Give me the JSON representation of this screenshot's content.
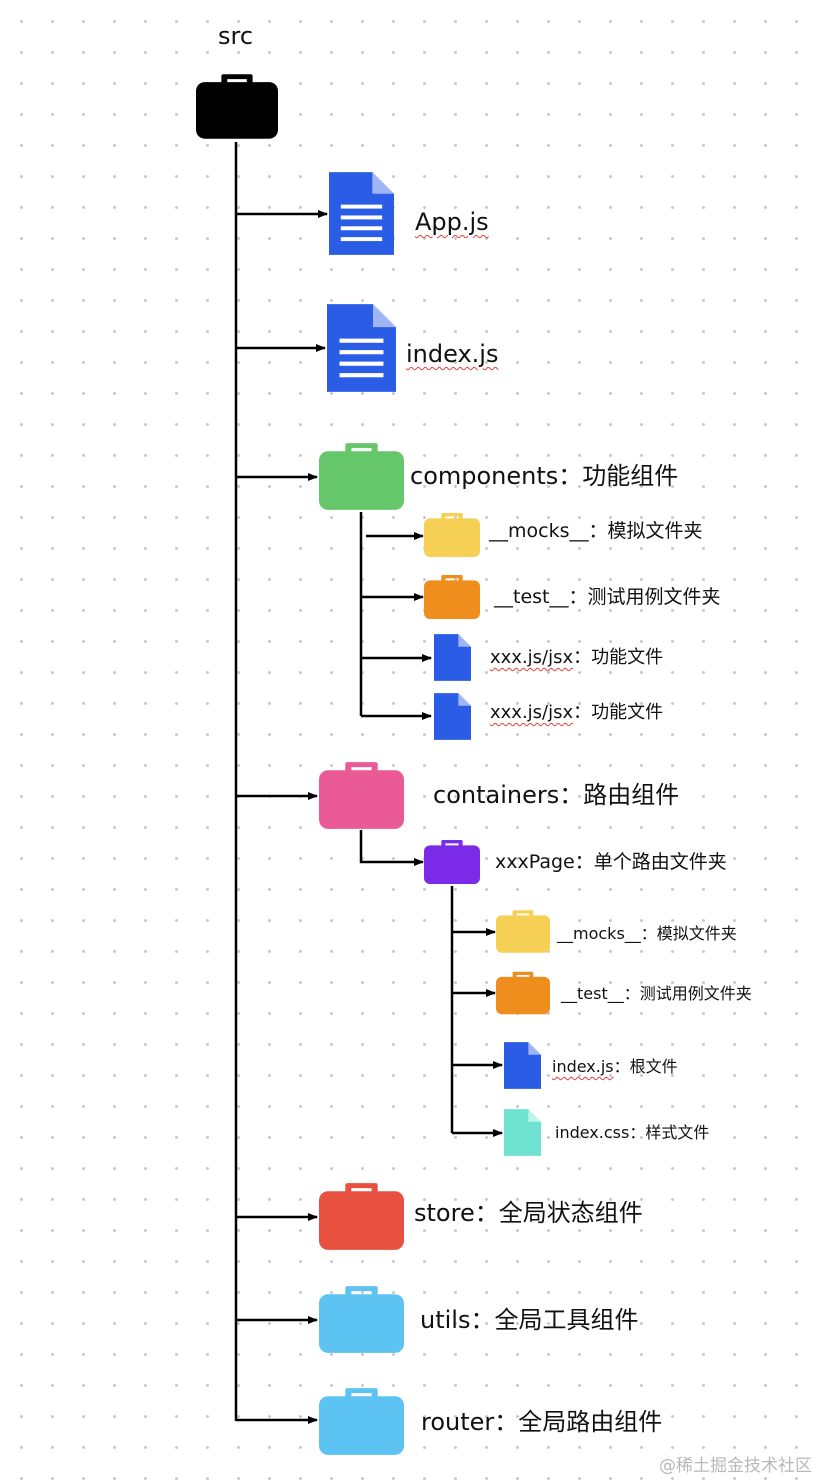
{
  "root": {
    "label": "src"
  },
  "items": {
    "app_js": {
      "label": "App.js"
    },
    "index_js": {
      "label": "index.js"
    },
    "components": {
      "label": "components：功能组件",
      "children": {
        "mocks": {
          "label": "__mocks__：模拟文件夹"
        },
        "test": {
          "label": "__test__：测试用例文件夹"
        },
        "file1": {
          "name": "xxx.js/jsx",
          "desc": "：功能文件"
        },
        "file2": {
          "name": "xxx.js/jsx",
          "desc": "：功能文件"
        }
      }
    },
    "containers": {
      "label": "containers：路由组件",
      "page": {
        "label": "xxxPage：单个路由文件夹",
        "children": {
          "mocks": {
            "label": "__mocks__：模拟文件夹"
          },
          "test": {
            "label": "__test__：测试用例文件夹"
          },
          "index_js": {
            "name": "index.js",
            "desc": "：根文件"
          },
          "index_css": {
            "label": "index.css：样式文件"
          }
        }
      }
    },
    "store": {
      "label": "store：全局状态组件"
    },
    "utils": {
      "label": "utils：全局工具组件"
    },
    "router": {
      "label": "router：全局路由组件"
    }
  },
  "watermark": "@稀土掘金技术社区",
  "colors": {
    "root_folder": "#000000",
    "file_blue": "#2b5ce6",
    "components_folder": "#66c66a",
    "mocks_folder": "#f6cf55",
    "test_folder": "#ef8d1d",
    "containers_folder": "#ea5a97",
    "page_folder": "#7b2be8",
    "css_file": "#6fe3d0",
    "store_folder": "#e8503f",
    "utils_folder": "#5cc3f2",
    "router_folder": "#5cc3f2",
    "line": "#000000"
  }
}
